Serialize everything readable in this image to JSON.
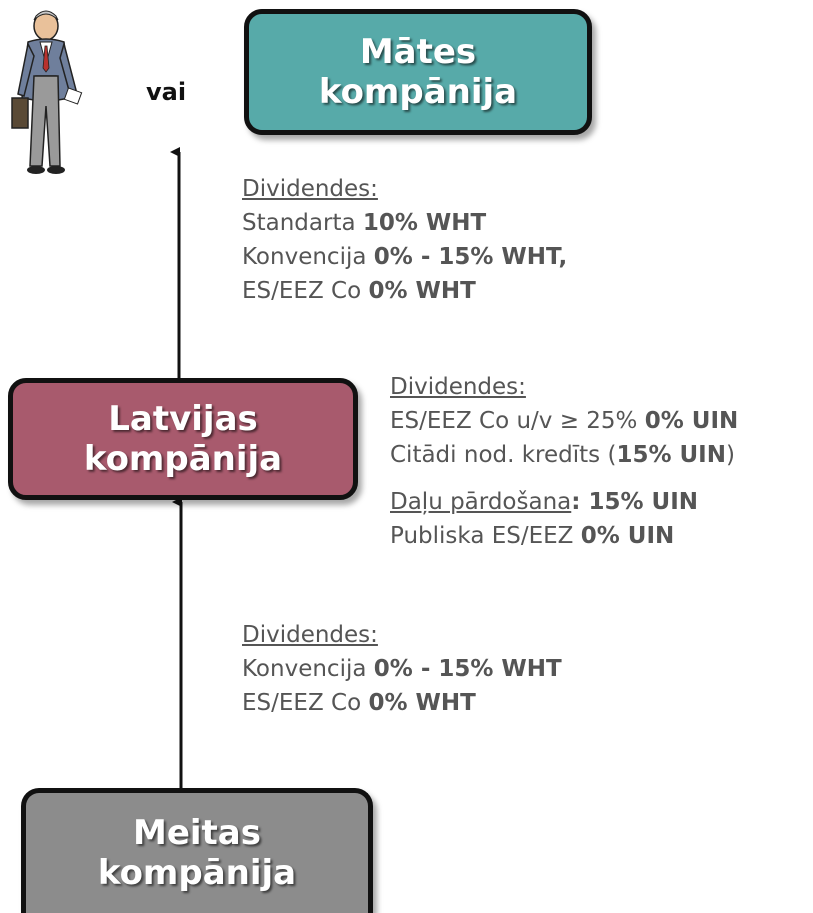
{
  "colors": {
    "parent_box": "#57aaa9",
    "latvian_box": "#a85a6d",
    "sub_box": "#8c8c8c",
    "text": "#555555"
  },
  "person": {
    "icon": "businessman-icon"
  },
  "vai_label": "vai",
  "boxes": {
    "parent": {
      "line1": "Mātes",
      "line2": "kompānija"
    },
    "latvian": {
      "line1": "Latvijas",
      "line2": "kompānija"
    },
    "sub": {
      "line1": "Meitas",
      "line2": "kompānija"
    }
  },
  "upper_text": {
    "heading": "Dividendes:",
    "line1_a": "Standarta ",
    "line1_b": "10% WHT",
    "line2_a": "Konvencija ",
    "line2_b": "0% - 15% WHT,",
    "line3_a": "ES/EEZ Co ",
    "line3_b": "0% WHT"
  },
  "middle_text": {
    "heading": "Dividendes:",
    "line1_a": "ES/EEZ Co u/v ≥ 25% ",
    "line1_b": "0% UIN",
    "line2_a": "Citādi nod. kredīts (",
    "line2_b": "15% UIN",
    "line2_c": ")",
    "sale_heading": "Daļu pārdošana",
    "sale_colon": ": ",
    "sale_value": "15% UIN",
    "line4_a": "Publiska ES/EEZ ",
    "line4_b": "0% UIN"
  },
  "lower_text": {
    "heading": "Dividendes:",
    "line1_a": "Konvencija ",
    "line1_b": "0% - 15% WHT",
    "line2_a": "ES/EEZ Co ",
    "line2_b": "0% WHT"
  }
}
